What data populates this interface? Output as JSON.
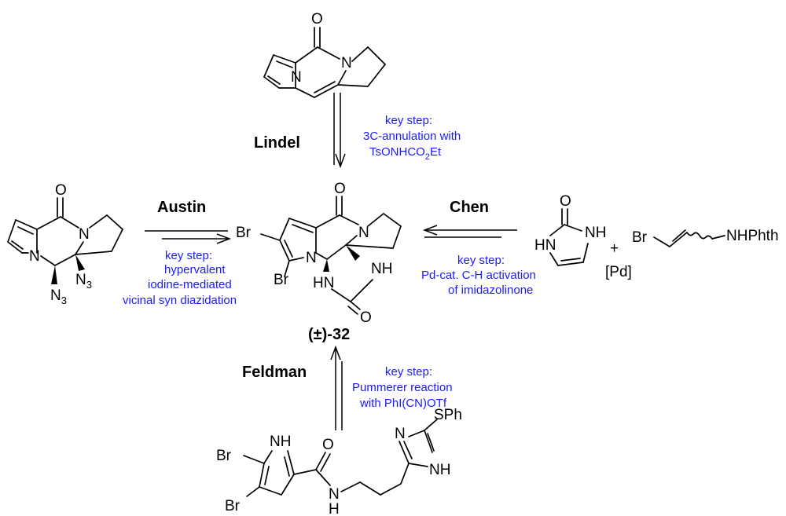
{
  "colors": {
    "structure": "#000000",
    "annotation": "#1a1aff"
  },
  "target": {
    "label": "(±)-32"
  },
  "routes": {
    "lindel": {
      "name": "Lindel",
      "note": [
        "key step:",
        "3C-annulation with",
        "TsONHCO",
        "2",
        "Et"
      ]
    },
    "austin": {
      "name": "Austin",
      "note": [
        "key step:",
        "hypervalent",
        "iodine-mediated",
        "vicinal syn diazidation"
      ]
    },
    "chen": {
      "name": "Chen",
      "note": [
        "key step:",
        "Pd-cat. C-H activation",
        "of imidazolinone"
      ],
      "reagents": {
        "plus": "+",
        "catalyst": "[Pd]",
        "allyl_br": "Br",
        "nphth": "NHPhth"
      }
    },
    "feldman": {
      "name": "Feldman",
      "note": [
        "key step:",
        "Pummerer reaction",
        "with PhI(CN)OTf"
      ]
    }
  },
  "atoms": {
    "O": "O",
    "N": "N",
    "Br": "Br",
    "NH": "NH",
    "HN": "HN",
    "N3": "N",
    "three": "3",
    "H": "H",
    "SPh": "SPh"
  }
}
